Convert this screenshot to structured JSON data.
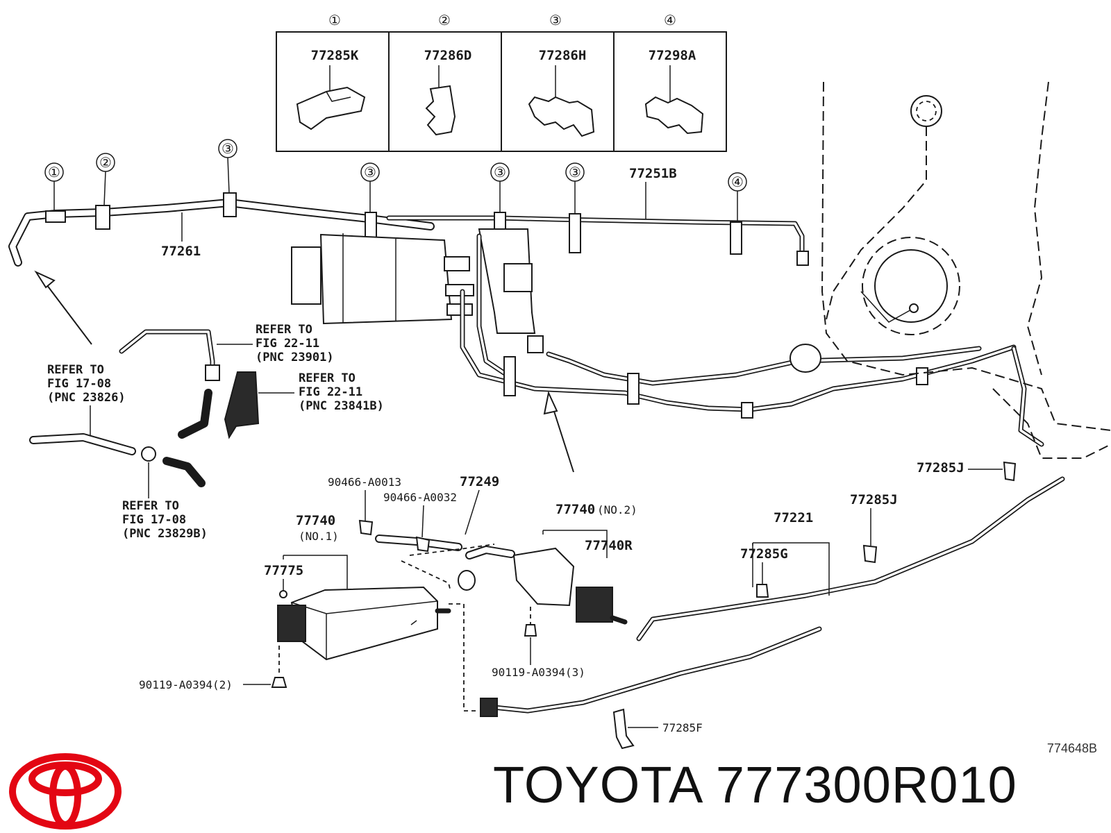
{
  "diagram_id": "774648B",
  "brand": {
    "name": "TOYOTA",
    "part_number": "777300R010",
    "logo_color": "#e30613"
  },
  "legend": [
    {
      "num": "①",
      "part": "77285K"
    },
    {
      "num": "②",
      "part": "77286D"
    },
    {
      "num": "③",
      "part": "77286H"
    },
    {
      "num": "④",
      "part": "77298A"
    }
  ],
  "callout_numbers": {
    "c1": "①",
    "c2": "②",
    "c3a": "③",
    "c3b": "③",
    "c3c": "③",
    "c3d": "③",
    "c4": "④"
  },
  "labels": {
    "p77251B": "77251B",
    "p77261": "77261",
    "p90466_A0013": "90466-A0013",
    "p77249": "77249",
    "p90466_A0032": "90466-A0032",
    "p77740_no1": "77740",
    "no1": "(NO.1)",
    "p77775": "77775",
    "p77740_no2": "77740",
    "no2": "(NO.2)",
    "p77740R": "77740R",
    "p77221": "77221",
    "p77285J_a": "77285J",
    "p77285J_b": "77285J",
    "p77285G": "77285G",
    "p77285F": "77285F",
    "p90119_A0394_2": "90119-A0394(2)",
    "p90119_A0394_3": "90119-A0394(3)"
  },
  "references": {
    "r1": {
      "l1": "REFER TO",
      "l2": "FIG 22-11",
      "l3": "(PNC 23901)"
    },
    "r2": {
      "l1": "REFER TO",
      "l2": "FIG 17-08",
      "l3": "(PNC 23826)"
    },
    "r3": {
      "l1": "REFER TO",
      "l2": "FIG 22-11",
      "l3": "(PNC 23841B)"
    },
    "r4": {
      "l1": "REFER TO",
      "l2": "FIG 17-08",
      "l3": "(PNC 23829B)"
    }
  }
}
